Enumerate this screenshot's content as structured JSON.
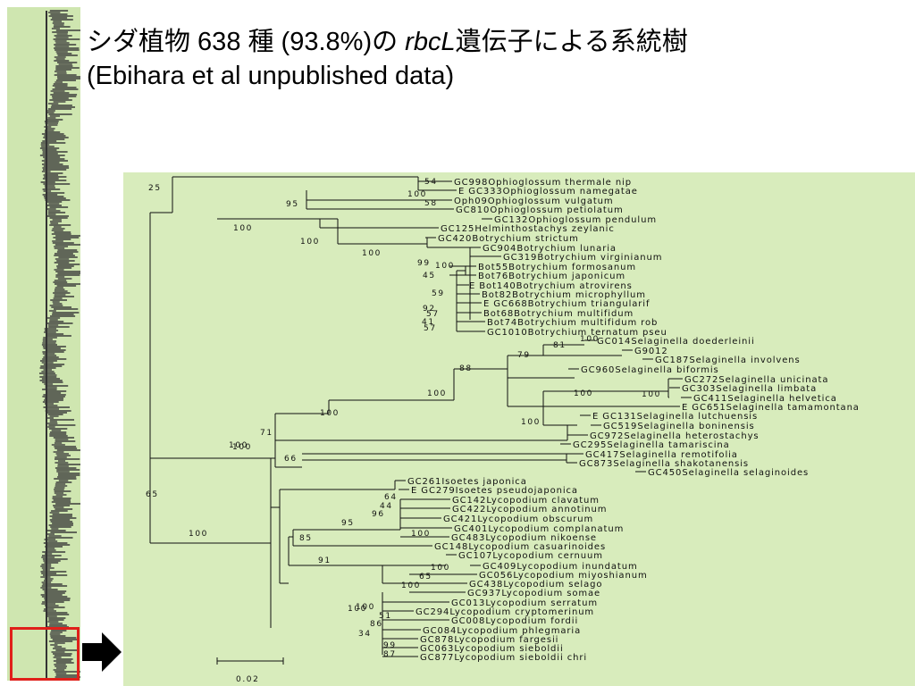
{
  "title": {
    "part1": "シダ植物 638 種 (93.8%)の ",
    "italic": "rbcL",
    "part2": "遺伝子による系統樹",
    "line2": "(Ebihara et al unpublished data)"
  },
  "colors": {
    "panel_bg": "#d8ecbc",
    "thumb_bg": "#cfe6b0",
    "highlight": "#e0201a",
    "arrow": "#000000",
    "ink": "#111111"
  },
  "scale_bar": {
    "label": "0.02"
  },
  "taxa": [
    "GC998Ophioglossum thermale nip",
    "E GC333Ophioglossum namegatae",
    "Oph09Ophioglossum vulgatum",
    "GC810Ophioglossum petiolatum",
    "GC132Ophioglossum pendulum",
    "GC125Helminthostachys zeylanic",
    "GC420Botrychium strictum",
    "GC904Botrychium lunaria",
    "GC319Botrychium virginianum",
    "Bot55Botrychium formosanum",
    "Bot76Botrychium japonicum",
    "E Bot140Botrychium atrovirens",
    "Bot82Botrychium microphyllum",
    "E GC668Botrychium triangularif",
    "Bot68Botrychium multifidum",
    "Bot74Botrychium multifidum rob",
    "GC1010Botrychium ternatum pseu",
    "GC014Selaginella doederleinii",
    "G9012",
    "GC187Selaginella involvens",
    "GC960Selaginella biformis",
    "GC272Selaginella unicinata",
    "GC303Selaginella limbata",
    "GC411Selaginella helvetica",
    "E GC651Selaginella tamamontana",
    "E GC131Selaginella lutchuensis",
    "GC519Selaginella boninensis",
    "GC972Selaginella heterostachys",
    "GC295Selaginella tamariscina",
    "GC417Selaginella remotifolia",
    "GC873Selaginella shakotanensis",
    "GC450Selaginella selaginoides",
    "GC261Isoetes japonica",
    "E GC279Isoetes pseudojaponica",
    "GC142Lycopodium clavatum",
    "GC422Lycopodium annotinum",
    "GC421Lycopodium obscurum",
    "GC401Lycopodium complanatum",
    "GC483Lycopodium nikoense",
    "GC148Lycopodium casuarinoides",
    "GC107Lycopodium cernuum",
    "GC409Lycopodium inundatum",
    "GC056Lycopodium miyoshianum",
    "GC438Lycopodium selago",
    "GC937Lycopodium somae",
    "GC013Lycopodium serratum",
    "GC294Lycopodium cryptomerinum",
    "GC008Lycopodium fordii",
    "GC084Lycopodium phlegmaria",
    "GC878Lycopodium fargesii",
    "GC063Lycopodium sieboldii",
    "GC877Lycopodium sieboldii chri"
  ],
  "bootstrap": [
    "25",
    "54",
    "100",
    "58",
    "95",
    "100",
    "100",
    "100",
    "99",
    "100",
    "45",
    "59",
    "92",
    "57",
    "41",
    "57",
    "100",
    "81",
    "79",
    "88",
    "100",
    "100",
    "100",
    "100",
    "100",
    "100",
    "71",
    "100",
    "66",
    "65",
    "100",
    "64",
    "44",
    "96",
    "95",
    "100",
    "85",
    "91",
    "100",
    "65",
    "100",
    "100",
    "100",
    "51",
    "86",
    "34",
    "99",
    "87"
  ]
}
